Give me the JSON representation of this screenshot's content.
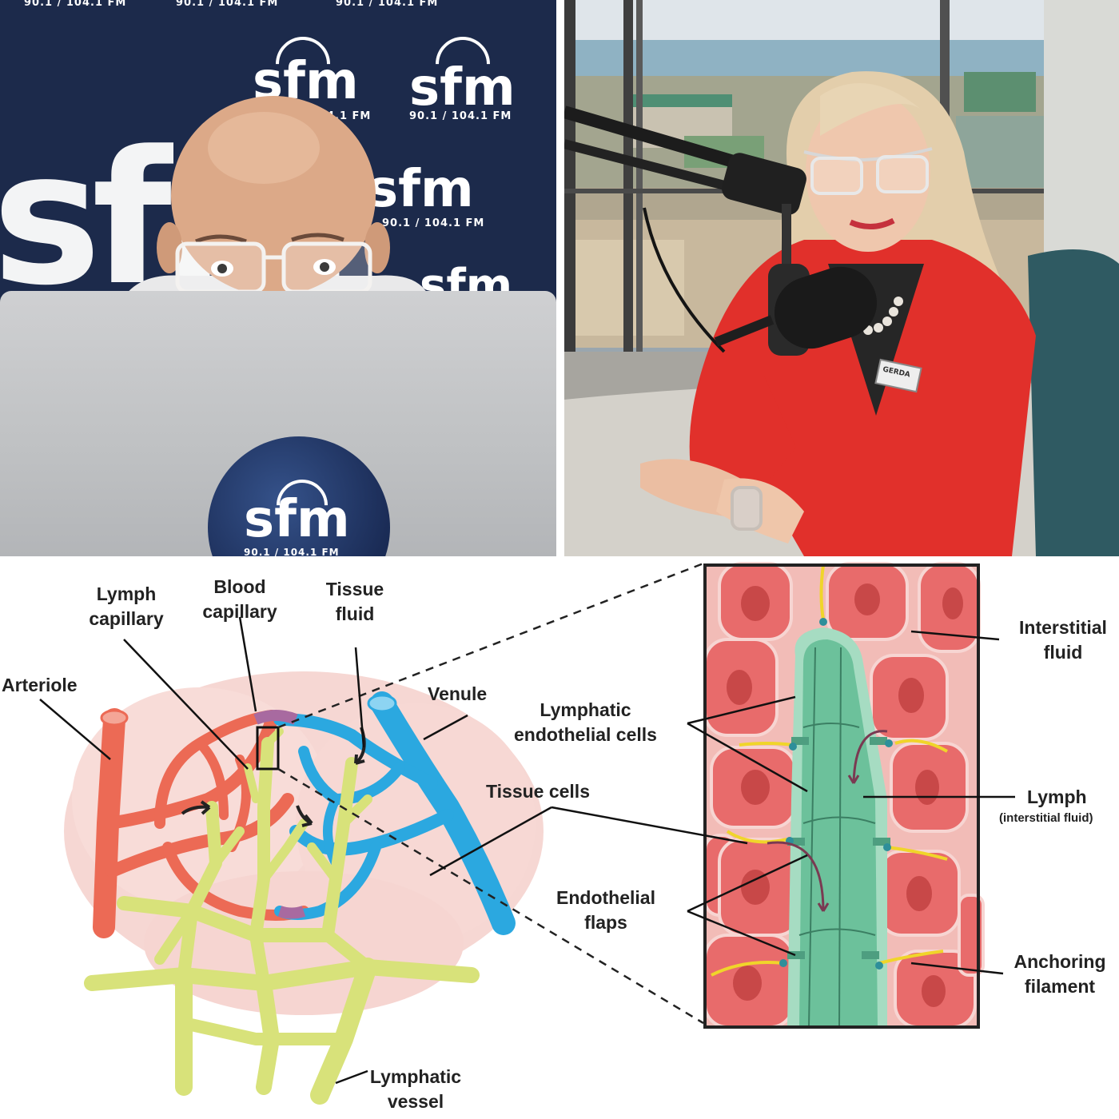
{
  "brand": {
    "name": "sfm",
    "frequency": "90.1 / 104.1 FM",
    "navy": "#1c2a4b",
    "white": "#ffffff"
  },
  "presenter_photo": {
    "backdrop_logo_text": "sfm",
    "laptop_sticker_text": "sfm",
    "laptop_sticker_frequency": "90.1 / 104.1 FM"
  },
  "guest_photo": {
    "name_tag": "GERDA",
    "jacket_color": "#e1302b"
  },
  "diagram": {
    "labels": {
      "lymph_capillary": [
        "Lymph",
        "capillary"
      ],
      "blood_capillary": [
        "Blood",
        "capillary"
      ],
      "tissue_fluid": [
        "Tissue",
        "fluid"
      ],
      "arteriole": "Arteriole",
      "venule": "Venule",
      "tissue_cells": "Tissue cells",
      "lymphatic_vessel": [
        "Lymphatic",
        "vessel"
      ],
      "lymphatic_endothelial_cells": [
        "Lymphatic",
        "endothelial cells"
      ],
      "endothelial_flaps": [
        "Endothelial",
        "flaps"
      ],
      "interstitial_fluid": [
        "Interstitial",
        "fluid"
      ],
      "lymph": "Lymph",
      "lymph_note": "(interstitial fluid)",
      "anchoring_filament": [
        "Anchoring",
        "filament"
      ]
    },
    "colors": {
      "arteriole": "#ec6a55",
      "venule": "#2ba8e0",
      "lymph": "#d8e27a",
      "tissue_bg": "#f6d3cf",
      "cell": "#e86b6b",
      "cell_nucleus": "#c84848",
      "vessel": "#6cc19b",
      "vessel_edge": "#a6dcc2",
      "filament": "#f0d52a"
    }
  }
}
